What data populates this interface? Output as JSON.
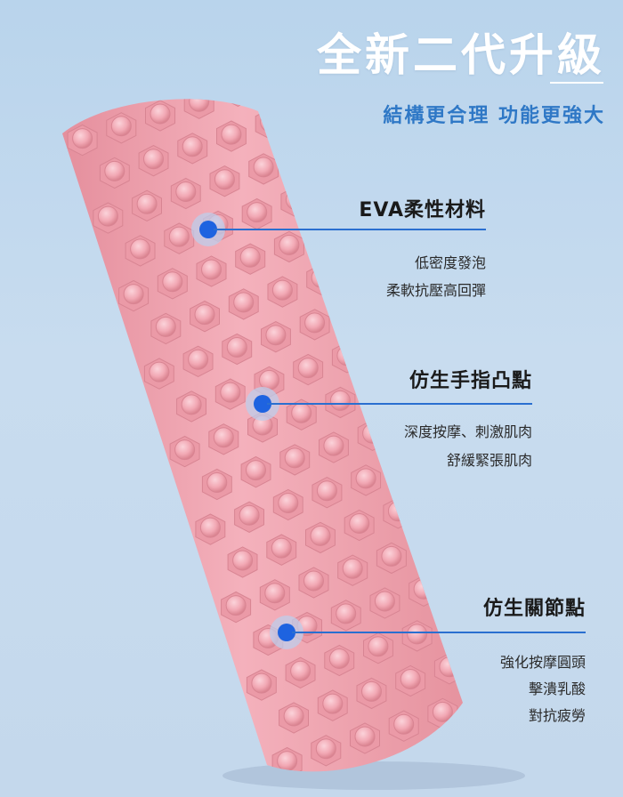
{
  "header": {
    "headline": "全新二代升級",
    "subheadline": "結構更合理 功能更強大"
  },
  "features": [
    {
      "title": "EVA柔性材料",
      "lines": [
        "低密度發泡",
        "柔軟抗壓高回彈"
      ]
    },
    {
      "title": "仿生手指凸點",
      "lines": [
        "深度按摩、刺激肌肉",
        "舒緩緊張肌肉"
      ]
    },
    {
      "title": "仿生關節點",
      "lines": [
        "強化按摩圓頭",
        "擊潰乳酸",
        "對抗疲勞"
      ]
    }
  ],
  "colors": {
    "background": "#c4d8ec",
    "roller_pink": "#f3aab6",
    "accent_blue": "#2a6fd0",
    "subheadline_blue": "#2f78c6"
  },
  "image": {
    "subject": "foam-roller-icon"
  }
}
